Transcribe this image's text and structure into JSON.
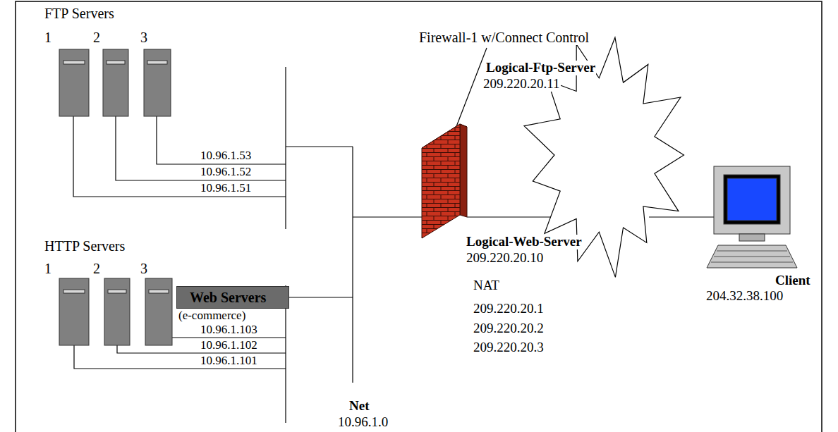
{
  "diagram": {
    "nodes": [
      {
        "text": [
          "Web Servers"
        ]
      }
    ],
    "labels": [
      "FTP Servers",
      "1",
      "2",
      "3",
      "Firewall-1 w/Connect Control",
      "Logical-Ftp-Server",
      "209.220.20.11",
      "10.96.1.53",
      "10.96.1.52",
      "10.96.1.51",
      "HTTP Servers",
      "1",
      "2",
      "3",
      "(e-commerce)",
      "Logical-Web-Server",
      "209.220.20.10",
      "NAT",
      "209.220.20.1",
      "209.220.20.2",
      "209.220.20.3",
      "Client",
      "204.32.38.100",
      "10.96.1.103",
      "10.96.1.102",
      "10.96.1.101",
      "Net",
      "10.96.1.0"
    ]
  }
}
